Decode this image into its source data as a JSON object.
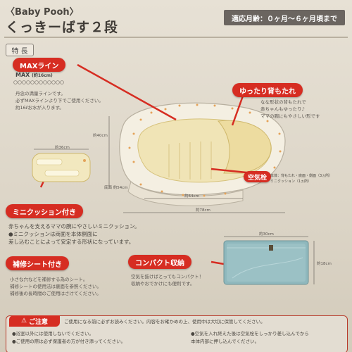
{
  "header": {
    "brand": "〈Baby Pooh〉",
    "title": "くっきーばす２段",
    "age_range": "適応月齢：０ヶ月～６ヶ月頃まで"
  },
  "features_tab": "特 長",
  "max_line": {
    "label": "MAXライン",
    "tag": "MAX",
    "tag_note": "(約16cm)",
    "desc": [
      "丹念の満量ラインです。",
      "必ずMAXラインより下でご使用ください。",
      "約16ℓお水が入ります。"
    ]
  },
  "backrest": {
    "label": "ゆったり背もたれ",
    "desc": [
      "なな形状の背もたれで",
      "赤ちゃんもゆったり♪",
      "ママの腕にもやさしい形です"
    ]
  },
  "air_valve": {
    "label": "空気栓",
    "desc": [
      "本体：背もたれ・底面・側面（3ヵ所）",
      "ミニクッション（1ヵ所）"
    ]
  },
  "mini_cushion": {
    "label": "ミニクッション付き",
    "desc": [
      "赤ちゃんを支えるママの腕にやさしいミニクッション。",
      "●ミニクッションは両面を本体側面に",
      "差し込むことによって安定する形状になっています。"
    ]
  },
  "repair_sheet": {
    "label": "補修シート付き",
    "desc": [
      "小さな穴などを補修する為のシート。",
      "補修シートの使用法は裏面を参照ください。",
      "補修後の長時間のご使用はさけてください。"
    ]
  },
  "compact": {
    "label": "コンパクト収納",
    "desc": [
      "空気を抜けばとってもコンパクト！",
      "収納やおでかけにも便利です。"
    ]
  },
  "dimensions": {
    "inner_height": "約40cm",
    "width_inner": "約64cm",
    "width_outer": "約78cm",
    "bottom": "底面 約54cm",
    "cushion_len": "約36cm",
    "package_w": "約30cm",
    "package_h": "約18cm"
  },
  "caution": {
    "label": "ご注意",
    "intro": "ご使用になる前に必ずお読みください。内容をお確かめの上、使用中は大切に保管してください。",
    "items_left": [
      "●浴室以外には使用しないでください。",
      "●ご使用の際は必ず保護者の方が付き添ってください。"
    ],
    "items_right": [
      "●空気を入れ終えた後は空気栓をしっかり差し込んでから",
      "本体内部に押し込んでください。"
    ]
  },
  "colors": {
    "accent_red": "#d62d22",
    "tub_cream": "#f0e4b6",
    "tub_yellow": "#e8cf7a",
    "package_teal": "#8fb8bd"
  }
}
